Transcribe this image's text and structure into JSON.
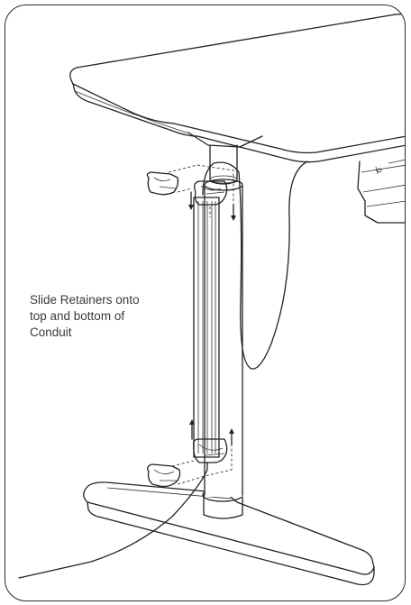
{
  "instruction": {
    "text": "Slide Retainers onto\ntop and bottom of\nConduit"
  },
  "colors": {
    "stroke": "#222222",
    "fill": "#ffffff",
    "text": "#3a3a3a"
  },
  "icons": [
    "desk-top",
    "desk-leg-column",
    "foot-base",
    "cable-conduit",
    "retainer-clip",
    "direction-arrow",
    "power-cable"
  ]
}
